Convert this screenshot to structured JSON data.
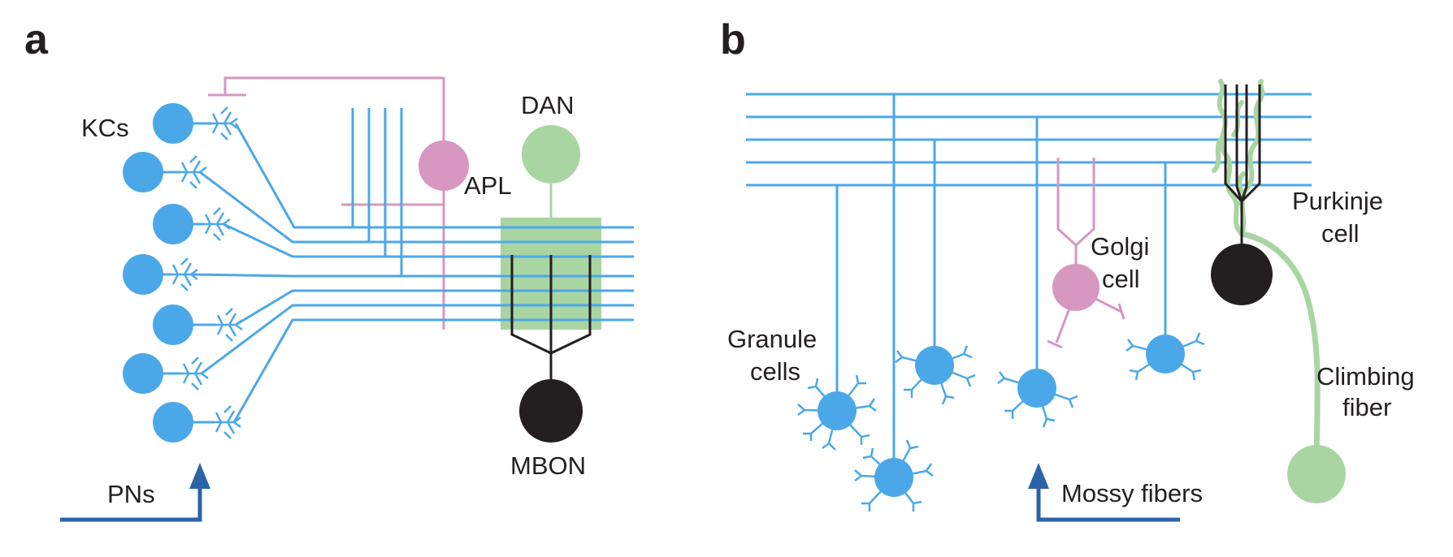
{
  "panels": {
    "a": {
      "letter": "a",
      "labels": {
        "kcs": "KCs",
        "dan": "DAN",
        "apl": "APL",
        "mbon": "MBON",
        "pns": "PNs"
      }
    },
    "b": {
      "letter": "b",
      "labels": {
        "granule": [
          "Granule",
          "cells"
        ],
        "golgi": [
          "Golgi",
          "cell"
        ],
        "purkinje": [
          "Purkinje",
          "cell"
        ],
        "climbing": [
          "Climbing",
          "fiber"
        ],
        "mossy": "Mossy fibers"
      }
    }
  },
  "colors": {
    "blue": "#4ba8e8",
    "pink": "#d797c1",
    "green": "#a9d5a2",
    "black": "#231f20",
    "dark_blue": "#2a64a6"
  }
}
